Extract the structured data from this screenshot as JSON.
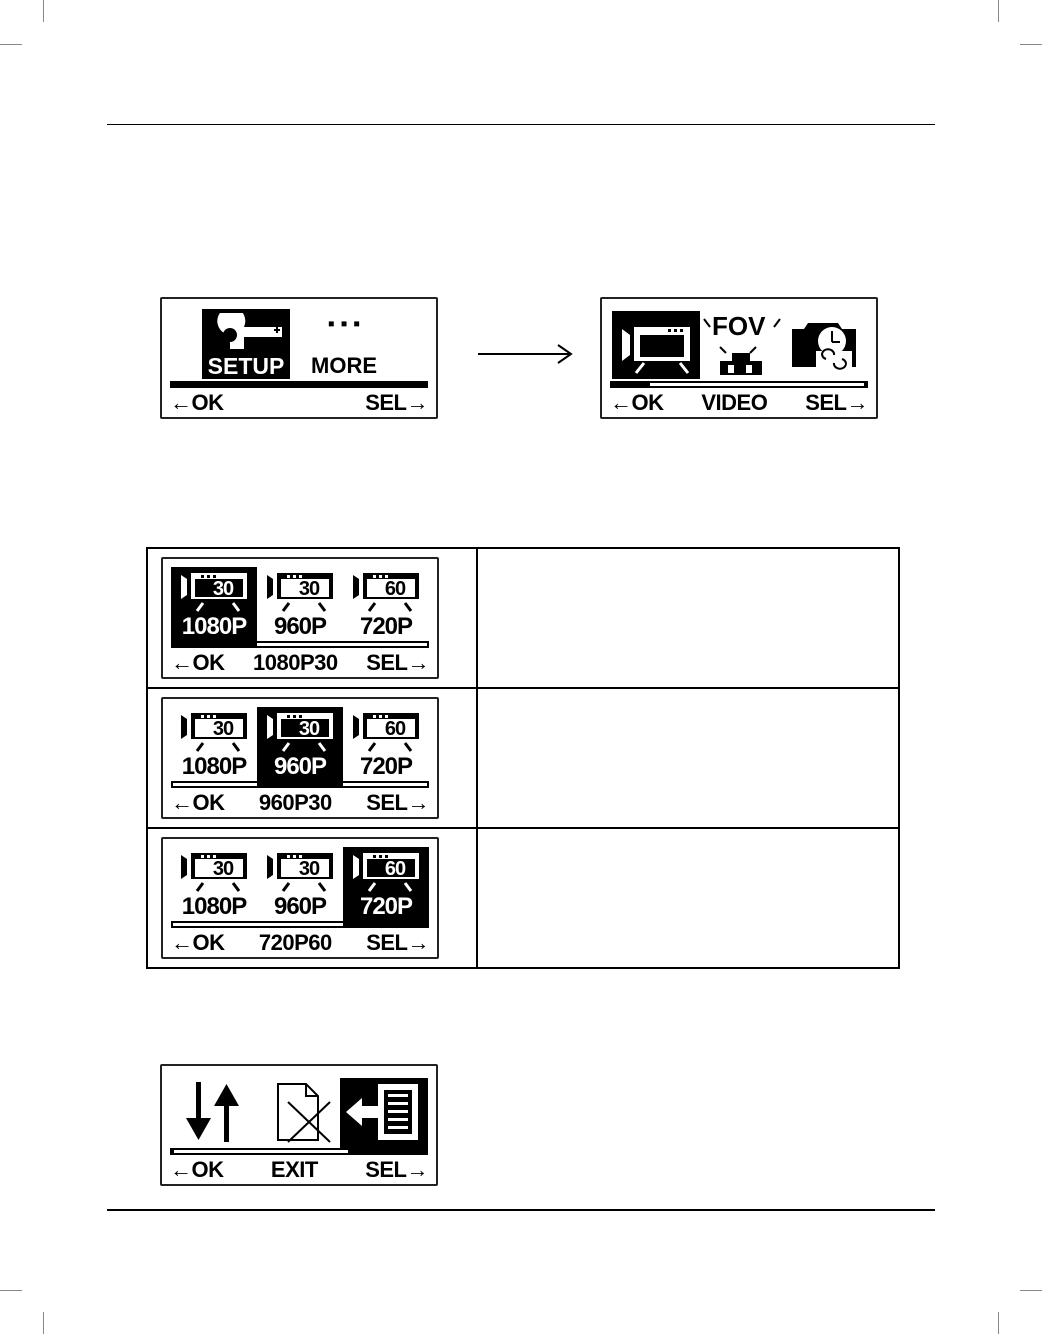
{
  "menu_flow": {
    "main_screen": {
      "setup_label": "SETUP",
      "more_dots": "▪ ▪ ▪",
      "more_label": "MORE",
      "ok_label": "←OK",
      "sel_label": "SEL→",
      "icons": [
        "key-icon"
      ]
    },
    "video_screen": {
      "fov_label": "FOV",
      "ok_label": "←OK",
      "title": "VIDEO",
      "sel_label": "SEL→",
      "icons": [
        "video-camera-icon",
        "fov-icon",
        "timelapse-camera-icon"
      ]
    }
  },
  "resolution_rows": [
    {
      "options": [
        {
          "rate": "30",
          "res": "1080P"
        },
        {
          "rate": "30",
          "res": "960P"
        },
        {
          "rate": "60",
          "res": "720P"
        }
      ],
      "selected_index": 0,
      "ok_label": "←OK",
      "current": "1080P30",
      "sel_label": "SEL→"
    },
    {
      "options": [
        {
          "rate": "30",
          "res": "1080P"
        },
        {
          "rate": "30",
          "res": "960P"
        },
        {
          "rate": "60",
          "res": "720P"
        }
      ],
      "selected_index": 1,
      "ok_label": "←OK",
      "current": "960P30",
      "sel_label": "SEL→"
    },
    {
      "options": [
        {
          "rate": "30",
          "res": "1080P"
        },
        {
          "rate": "30",
          "res": "960P"
        },
        {
          "rate": "60",
          "res": "720P"
        }
      ],
      "selected_index": 2,
      "ok_label": "←OK",
      "current": "720P60",
      "sel_label": "SEL→"
    }
  ],
  "exit_screen": {
    "ok_label": "←OK",
    "title": "EXIT",
    "sel_label": "SEL→",
    "icons": [
      "up-down-arrows-icon",
      "delete-file-icon",
      "back-list-icon"
    ]
  }
}
